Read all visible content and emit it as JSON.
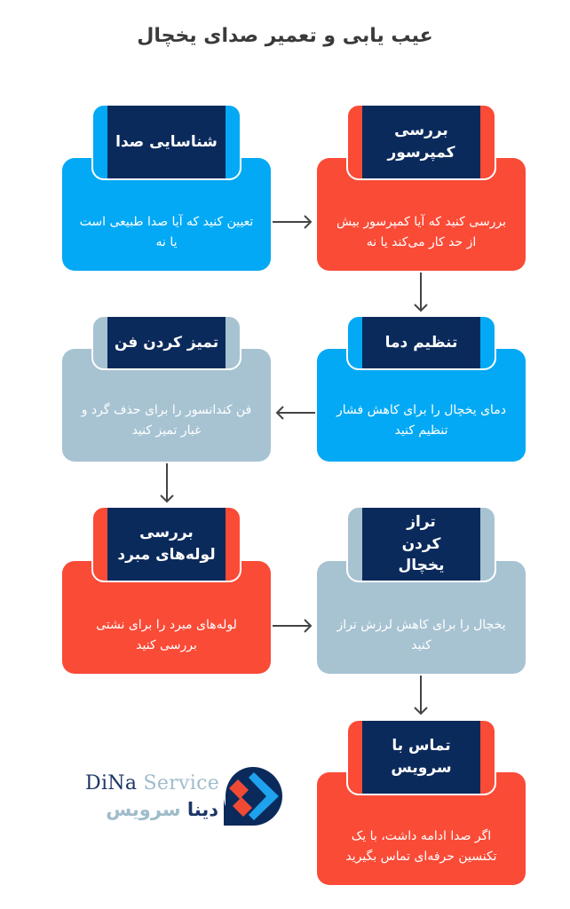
{
  "title": "عیب یابی و تعمیر صدای یخچال",
  "colors": {
    "blue": "#03a9f4",
    "red": "#fa4b37",
    "grey": "#a7c3d2",
    "navy": "#0b2a5c",
    "arrow": "#444444",
    "title": "#3a3a3a"
  },
  "steps": [
    {
      "title": "شناسایی صدا",
      "text": "تعیین کنید که آیا صدا طبیعی است یا نه",
      "color": "blue"
    },
    {
      "title": "بررسی کمپرسور",
      "text": "بررسی کنید که آیا کمپرسور بیش از حد کار می‌کند یا نه",
      "color": "red"
    },
    {
      "title": "تنظیم دما",
      "text": "دمای یخچال را برای کاهش فشار تنظیم کنید",
      "color": "blue"
    },
    {
      "title": "تمیز کردن فن",
      "text": "فن کندانسور را برای حذف گرد و غبار تمیز کنید",
      "color": "grey"
    },
    {
      "title": "بررسی لوله‌های مبرد",
      "text": "لوله‌های مبرد را برای نشتی بررسی کنید",
      "color": "red"
    },
    {
      "title": "تراز کردن یخچال",
      "text": "یخچال را برای کاهش لرزش تراز کنید",
      "color": "grey"
    },
    {
      "title": "تماس با سرویس",
      "text": "اگر صدا ادامه داشت، با یک تکنسین حرفه‌ای تماس بگیرید",
      "color": "red"
    }
  ],
  "arrows": [
    {
      "from": "شناسایی صدا",
      "to": "بررسی کمپرسور",
      "direction": "right"
    },
    {
      "from": "بررسی کمپرسور",
      "to": "تنظیم دما",
      "direction": "down"
    },
    {
      "from": "تنظیم دما",
      "to": "تمیز کردن فن",
      "direction": "left"
    },
    {
      "from": "تمیز کردن فن",
      "to": "بررسی لوله‌های مبرد",
      "direction": "down"
    },
    {
      "from": "بررسی لوله‌های مبرد",
      "to": "تراز کردن یخچال",
      "direction": "right"
    },
    {
      "from": "تراز کردن یخچال",
      "to": "تماس با سرویس",
      "direction": "down"
    }
  ],
  "logo": {
    "en_dark": "DiNa",
    "en_light": "Service",
    "fa_dark": "دینا",
    "fa_light": "سرویس"
  }
}
